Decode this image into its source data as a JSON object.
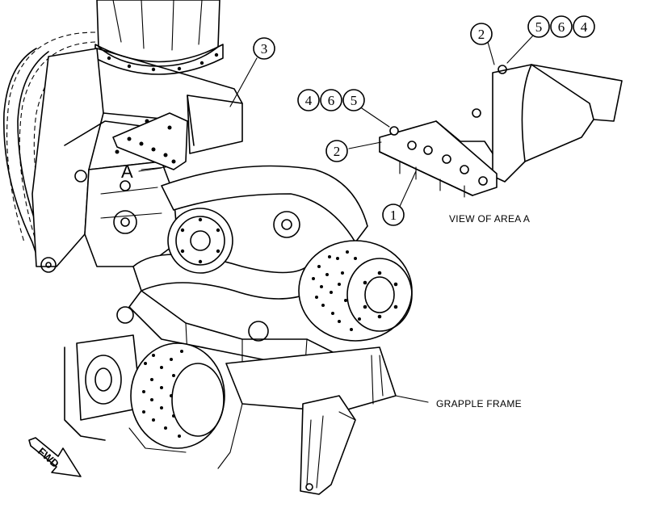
{
  "callouts": {
    "main_3": "3",
    "top_2": "2",
    "top_5": "5",
    "top_6": "6",
    "top_4": "4",
    "mid_4": "4",
    "mid_6": "6",
    "mid_5": "5",
    "mid_2": "2",
    "low_1": "1"
  },
  "labels": {
    "area_letter": "A",
    "view_caption": "VIEW OF AREA A",
    "grapple_caption": "GRAPPLE FRAME",
    "fwd": "FWD"
  }
}
